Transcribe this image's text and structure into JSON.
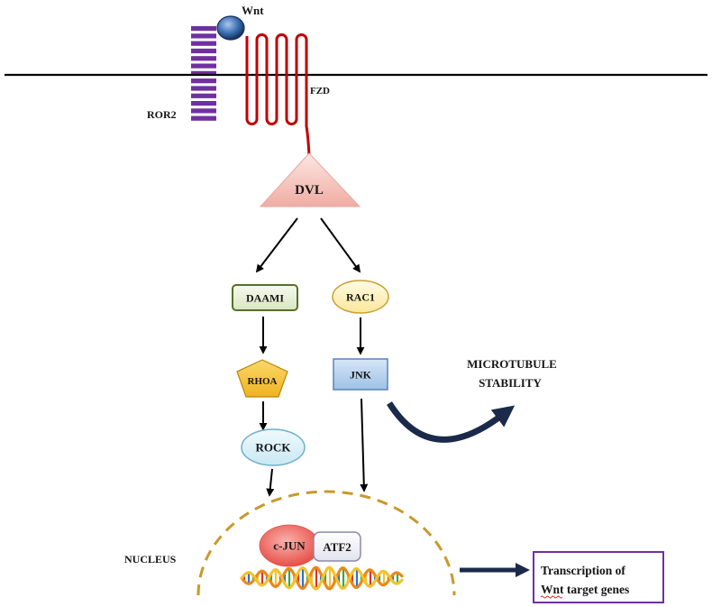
{
  "membrane": {
    "ligand": "Wnt",
    "coreceptor": "ROR2",
    "receptor": "FZD"
  },
  "cytoplasm": {
    "dvl": "DVL",
    "daam": "DAAMI",
    "rac1": "RAC1",
    "rhoa": "RHOA",
    "jnk": "JNK",
    "rock": "ROCK"
  },
  "effect": {
    "line1": "MICROTUBULE",
    "line2": "STABILITY"
  },
  "nucleus": {
    "label": "NUCLEUS",
    "cjun": "c-JUN",
    "atf2": "ATF2"
  },
  "output": {
    "line1": "Transcription of",
    "line2": "Wnt target genes"
  },
  "colors": {
    "ror2": "#7030a0",
    "wnt": "#3a6cae",
    "fzd": "#c00000",
    "dvl": "#f0aca3",
    "daam": "#d9e6c2",
    "rac1": "#fbe79a",
    "rhoa": "#efb322",
    "jnk": "#9fc1e7",
    "rock": "#c9e8f3",
    "cjun": "#e6473f",
    "atf2": "#e3e3ee",
    "nucleus_envelope": "#c9992a",
    "microtubule_text": "#1f3864",
    "pathway_arrow": "#1b2a4a",
    "output_border": "#7030a0",
    "dna_strands": [
      "#e8891c",
      "#f0c330"
    ],
    "dna_bases": [
      "#d9342b",
      "#2f6fd6",
      "#3aa845",
      "#f0c330"
    ]
  }
}
